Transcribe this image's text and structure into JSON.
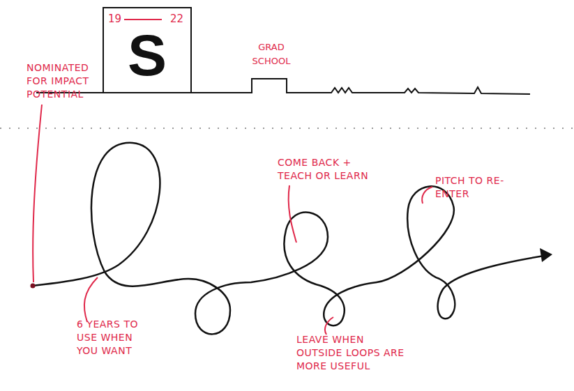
{
  "diagram": {
    "nodes": [
      {
        "text": [
          "19",
          "22",
          "S"
        ]
      },
      {
        "text": [
          "GRAD SCHOOL"
        ]
      }
    ],
    "edges": [
      {
        "from": 0,
        "to": 1,
        "arrow": "none"
      }
    ],
    "labels": [
      "NOMINATED FOR IMPACT POTENTIAL",
      "6 YEARS TO USE WHEN YOU WANT",
      "COME BACK + TEACH OR LEARN",
      "LEAVE WHEN OUTSIDE LOOPS ARE MORE USEFUL",
      "PITCH TO RE-ENTER"
    ]
  }
}
